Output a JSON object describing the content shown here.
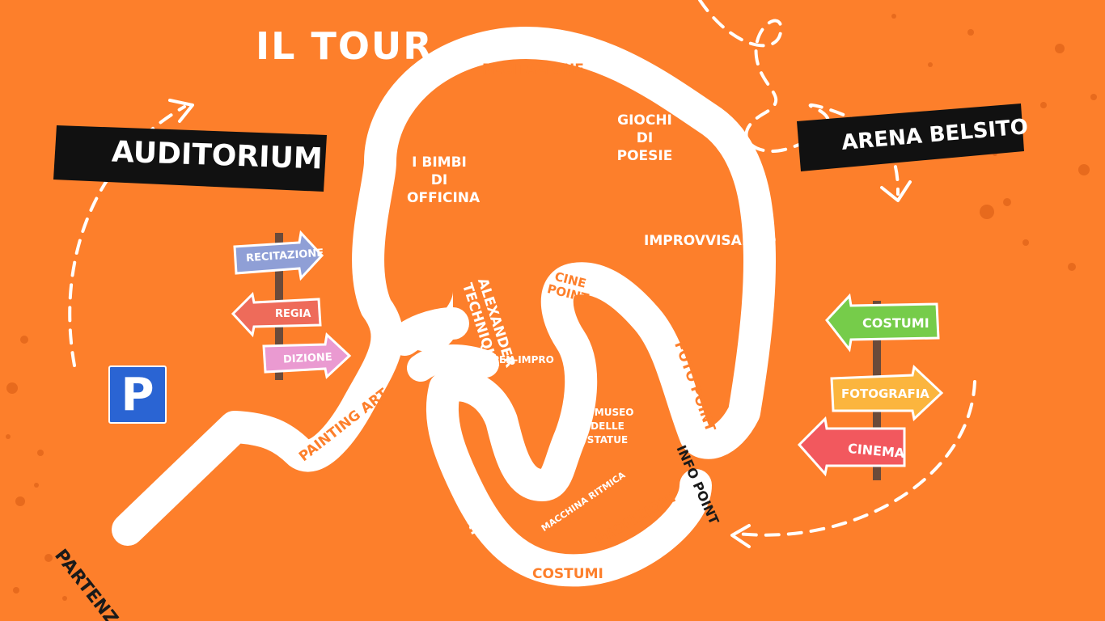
{
  "title": "IL TOUR",
  "parking": "P",
  "banners": {
    "auditorium": "AUDITORIUM",
    "arena": "ARENA BELSITO"
  },
  "left_signs": [
    "RECITAZIONE",
    "REGIA",
    "DIZIONE"
  ],
  "right_signs": [
    "COSTUMI",
    "FOTOGRAFIA",
    "CINEMA"
  ],
  "route_labels": {
    "recitazione": "RECITAZIONE",
    "giochi": "GIOCHI DI POESIE",
    "bimbi": "I BIMBI DI OFFICINA",
    "improvvisando": "IMPROVVISANDO",
    "alexander": "ALEXANDER TECHNIQUE",
    "cine_point": "CINE POINT",
    "open_impro": "OPEN-IMPRO",
    "foto_point": "FOTO POINT",
    "museo": "IL MUSEO DELLE STATUE",
    "painting_art": "PAINTING ART",
    "fast_art": "FAST ART",
    "macchina": "MACCHINA RITMICA",
    "proiezioni": "PROIEZIONI",
    "info_point": "INFO POINT",
    "costumi": "COSTUMI",
    "partenza": "PARTENZA"
  },
  "colors": {
    "background": "#fd7f2b",
    "road": "#ffffff",
    "banner": "#111111",
    "parking": "#2a64d3",
    "sign_recitazione": "#8f9fd6",
    "sign_regia": "#ee6b5a",
    "sign_dizione": "#ea9ad1",
    "sign_costumi": "#76cc4a",
    "sign_fotografia": "#fbb53e",
    "sign_cinema": "#f2585e"
  }
}
